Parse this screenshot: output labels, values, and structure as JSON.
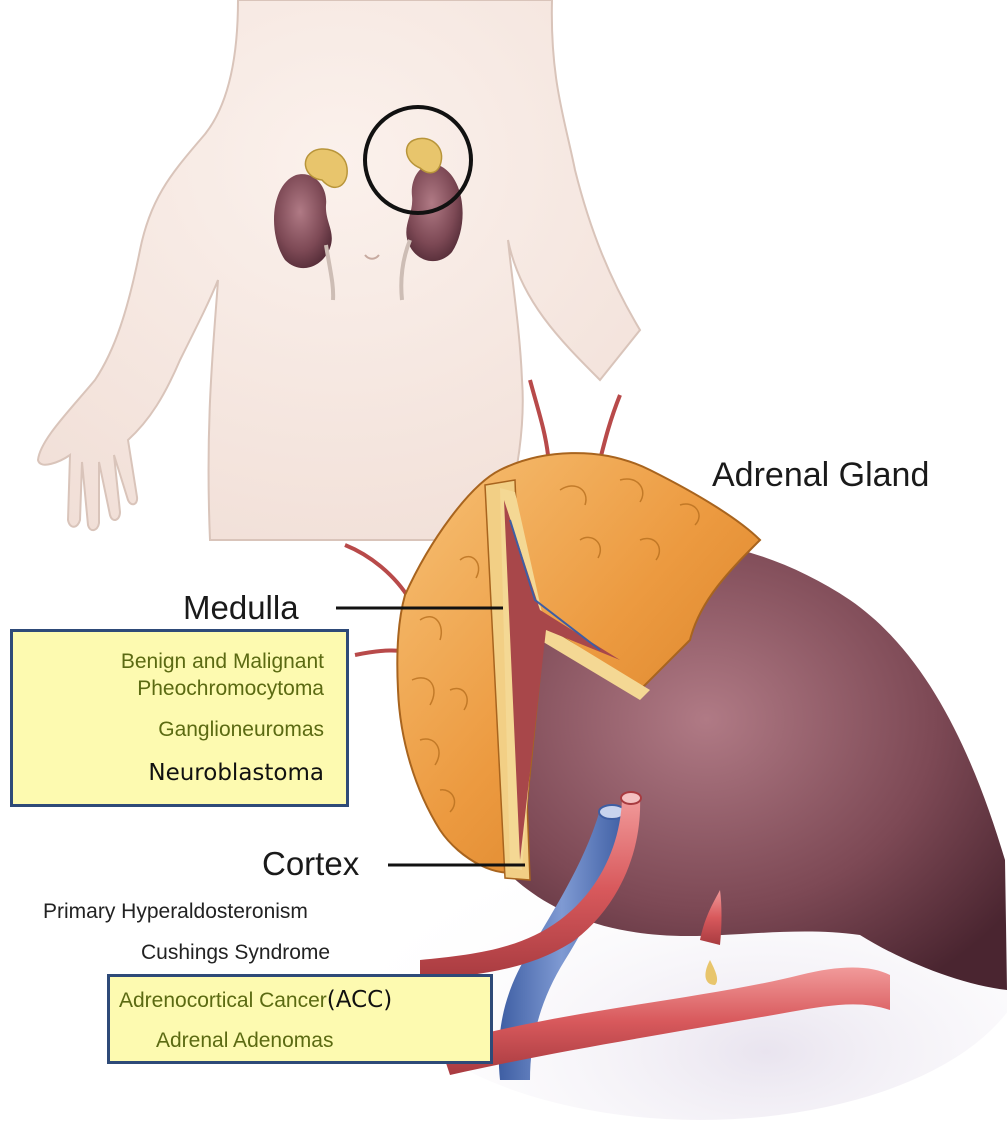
{
  "diagram": {
    "title": "Adrenal Gland",
    "medulla": {
      "label": "Medulla",
      "conditions": [
        "Benign and Malignant",
        "Pheochromocytoma",
        "Ganglioneuromas",
        "Neuroblastoma"
      ]
    },
    "cortex": {
      "label": "Cortex",
      "conditions": [
        "Primary Hyperaldosteronism",
        "Cushings Syndrome"
      ],
      "boxed_conditions": {
        "acc_text": "Adrenocortical Cancer",
        "acc_abbrev": "(ACC)",
        "adenomas": "Adrenal Adenomas"
      }
    }
  },
  "colors": {
    "highlight_box": "#fdfab0",
    "box_border": "#2e4a78",
    "olive_text": "#5b6a12",
    "gland": "#e8a24a",
    "kidney": "#8e5560",
    "vein": "#5b78b8",
    "artery": "#d76a6a"
  }
}
